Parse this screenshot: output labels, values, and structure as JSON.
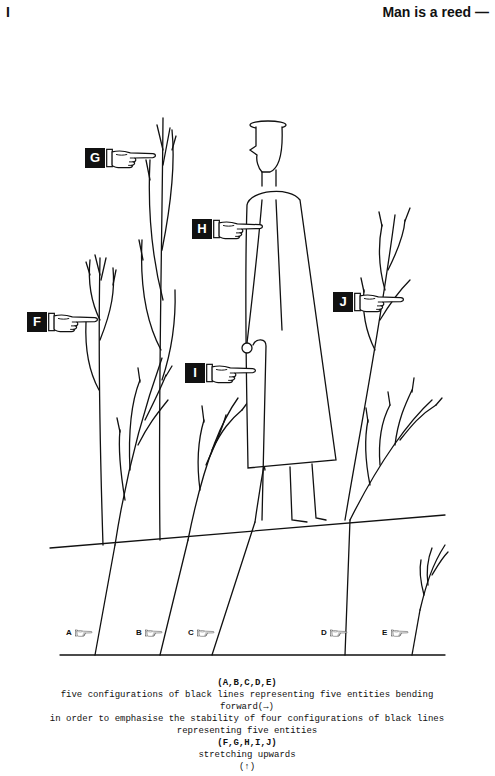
{
  "diagram": {
    "title": "Man is a reed —",
    "nodes": [
      {
        "text": [
          "G"
        ]
      },
      {
        "text": [
          "H"
        ]
      },
      {
        "text": [
          "J"
        ]
      },
      {
        "text": [
          "F"
        ]
      },
      {
        "text": [
          "I"
        ]
      }
    ],
    "labels": [
      "I",
      "A",
      "B",
      "C",
      "D",
      "E",
      "(A,B,C,D,E)",
      "five configurations of black lines representing five entities bending forward(→)",
      "in order to emphasise the stability of four configurations of black lines representing five entities",
      "(F,G,H,I,J)",
      "stretching upwards",
      "(↑)"
    ]
  }
}
